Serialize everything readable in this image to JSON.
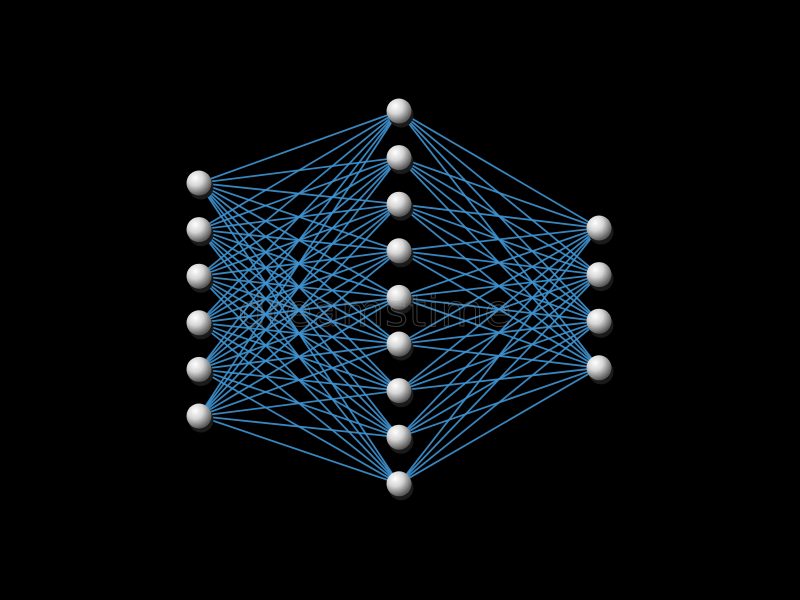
{
  "diagram": {
    "type": "neural-network",
    "layers": [
      {
        "role": "input",
        "node_count": 6
      },
      {
        "role": "hidden",
        "node_count": 9
      },
      {
        "role": "output",
        "node_count": 4
      }
    ],
    "connections": "fully-connected"
  },
  "watermark": {
    "text": "dreamstime"
  },
  "colors": {
    "background": "#000000",
    "edge": "#3f93d1",
    "node_highlight": "#ffffff",
    "node_mid": "#d6d6d6",
    "node_shadow": "#5a5a5a"
  }
}
